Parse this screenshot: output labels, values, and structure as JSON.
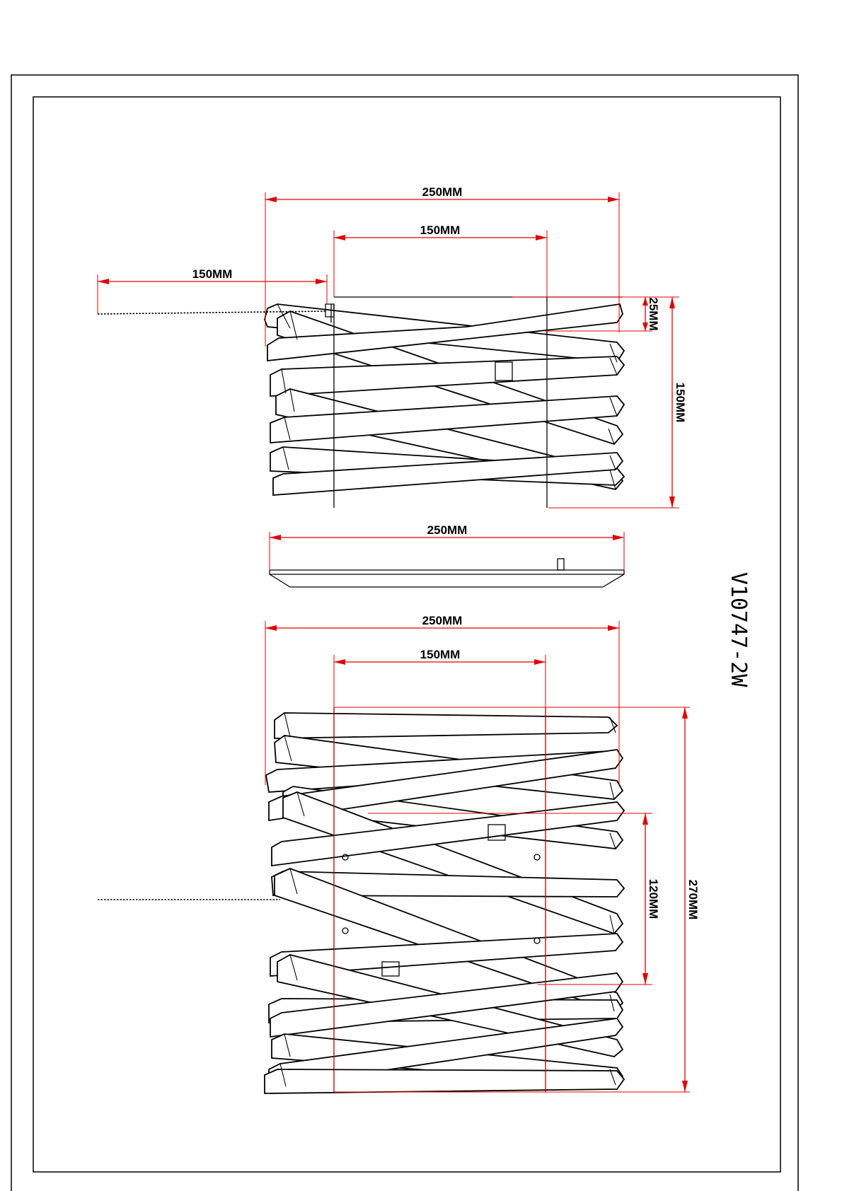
{
  "drawing": {
    "model_code": "V10747-2W",
    "dimensions": {
      "top_overall_width": "250MM",
      "top_inner_width": "150MM",
      "top_chain_length": "150MM",
      "top_canopy_height": "25MM",
      "top_total_height": "150MM",
      "canopy_width": "250MM",
      "bottom_overall_width": "250MM",
      "bottom_inner_width": "150MM",
      "bottom_mid_height": "120MM",
      "bottom_total_height": "270MM"
    }
  }
}
